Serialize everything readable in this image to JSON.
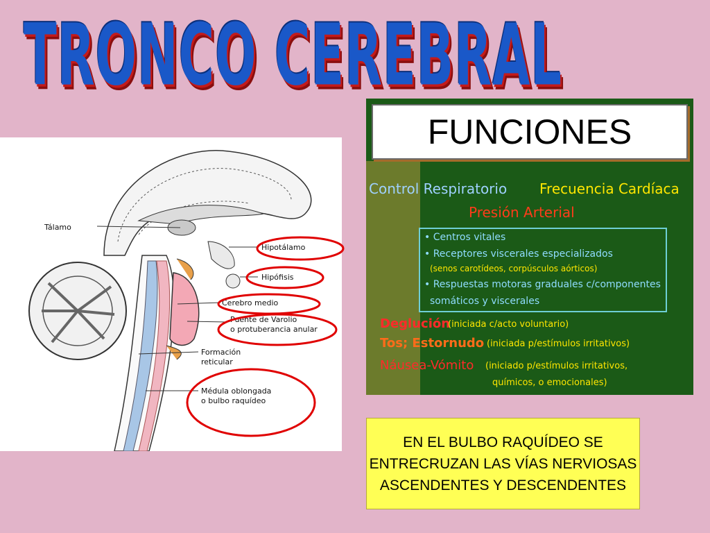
{
  "title": "TRONCO CEREBRAL",
  "diagram": {
    "labels": {
      "talamo": "Tálamo",
      "hipotalamo": "Hipotálamo",
      "hipofisis": "Hipófisis",
      "cerebro_medio": "Cerebro medio",
      "puente_1": "Puente de Varolio",
      "puente_2": "o protuberancia anular",
      "formacion_1": "Formación",
      "formacion_2": "reticular",
      "medula_1": "Médula oblongada",
      "medula_2": "o bulbo raquídeo"
    }
  },
  "funciones": {
    "header": "FUNCIONES",
    "control": "Control Respiratorio",
    "frecuencia": "Frecuencia Cardíaca",
    "presion": "Presión Arterial",
    "vitales": [
      "• Centros vitales",
      "• Receptores viscerales especializados",
      "(senos carotídeos, corpúsculos aórticos)",
      "• Respuestas motoras graduales c/componentes",
      "somáticos y viscerales"
    ],
    "deglucion": "Deglución",
    "deglucion_nota": "(iniciada c/acto voluntario)",
    "tos": "Tos; Estornudo",
    "tos_nota": "(iniciada p/estímulos irritativos)",
    "nausea": "Náusea-Vómito",
    "nausea_nota_1": "(iniciado p/estímulos irritativos,",
    "nausea_nota_2": "químicos, o emocionales)"
  },
  "bulbo_note": "EN EL BULBO RAQUÍDEO SE ENTRECRUZAN LAS VÍAS NERVIOSAS ASCENDENTES Y DESCENDENTES",
  "colors": {
    "background": "#e2b4c9",
    "title": "#1a58c8",
    "panel_green": "#1b5a17",
    "note_yellow": "#ffff55",
    "highlight_red": "#e00000"
  }
}
